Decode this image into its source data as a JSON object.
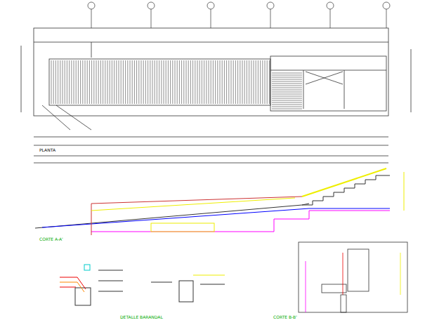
{
  "diagram": {
    "labels": [
      "PLANTA",
      "CORTE A-A'",
      "DETALLE BARANDAL",
      "CORTE B-B'"
    ]
  }
}
